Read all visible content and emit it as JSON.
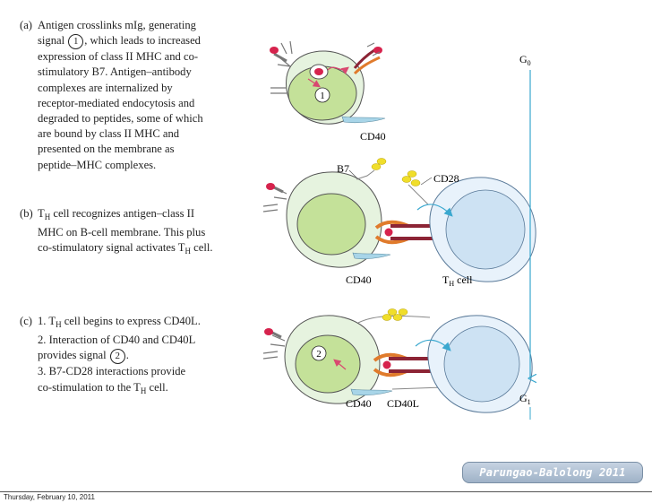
{
  "steps": [
    {
      "label": "(a)",
      "lines": [
        "Antigen crosslinks mIg, generating",
        "signal {1}, which leads to increased",
        "expression of class II MHC and co-",
        "stimulatory B7.  Antigen–antibody",
        "complexes are internalized by",
        "receptor-mediated endocytosis and",
        "degraded to peptides, some of which",
        "are bound by class II MHC and",
        "presented on the membrane as",
        "peptide–MHC complexes."
      ]
    },
    {
      "label": "(b)",
      "lines": [
        "T{H} cell recognizes antigen–class II",
        "MHC on B-cell membrane.  This plus",
        "co-stimulatory signal activates T{H} cell."
      ]
    },
    {
      "label": "(c)",
      "lines": [
        "1. T{H} cell begins to express CD40L.",
        "2. Interaction of CD40 and CD40L",
        "provides signal {2}.",
        "3. B7-CD28 interactions provide",
        "co-stimulation to the T{H} cell."
      ]
    }
  ],
  "diagram_labels": {
    "cd40_a": "CD40",
    "b7": "B7",
    "cd28": "CD28",
    "cd40_b": "CD40",
    "th_cell": "T{H} cell",
    "cd40_c": "CD40",
    "cd40l": "CD40L",
    "signal_1": "1",
    "signal_2": "2"
  },
  "timeline": {
    "start": "G0",
    "end": "G1"
  },
  "watermark": "Parungao-Balolong 2011",
  "footer_date": "Thursday, February 10, 2011",
  "colors": {
    "b_cell_outer": "#e6f3df",
    "b_cell_nucleus": "#c4e199",
    "th_cell_outer": "#e8f2fb",
    "th_cell_nucleus": "#cde2f3",
    "antibody_red": "#d6234d",
    "mhc_orange": "#e07b2c",
    "tcr_maroon": "#8c2435",
    "b7_yellow": "#f0de2a",
    "cd40_blue": "#a8d5e8",
    "arrow_blue": "#3aa8cf",
    "signal_arrow": "#d94870"
  }
}
